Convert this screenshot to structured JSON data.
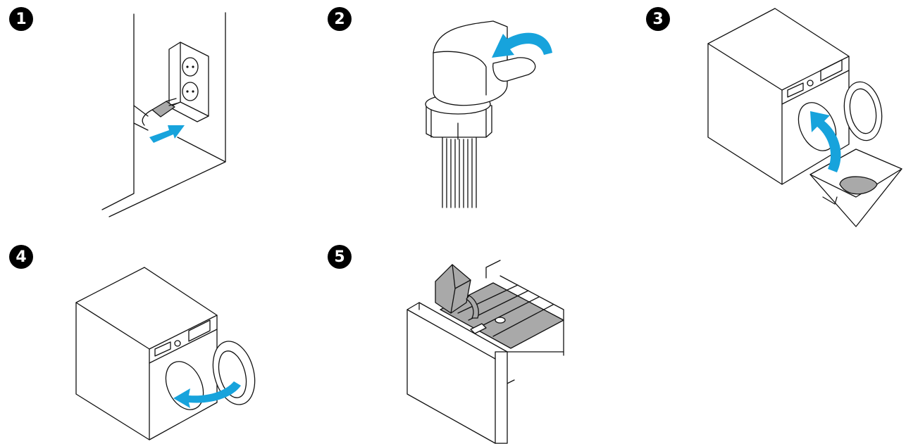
{
  "steps": [
    {
      "number": "1",
      "icon": "plug-into-socket-icon"
    },
    {
      "number": "2",
      "icon": "open-water-tap-icon"
    },
    {
      "number": "3",
      "icon": "load-laundry-icon"
    },
    {
      "number": "4",
      "icon": "close-door-icon"
    },
    {
      "number": "5",
      "icon": "add-detergent-icon"
    }
  ],
  "colors": {
    "accent": "#17a3dc",
    "badge": "#000000",
    "shading": "#a9a9a9"
  }
}
